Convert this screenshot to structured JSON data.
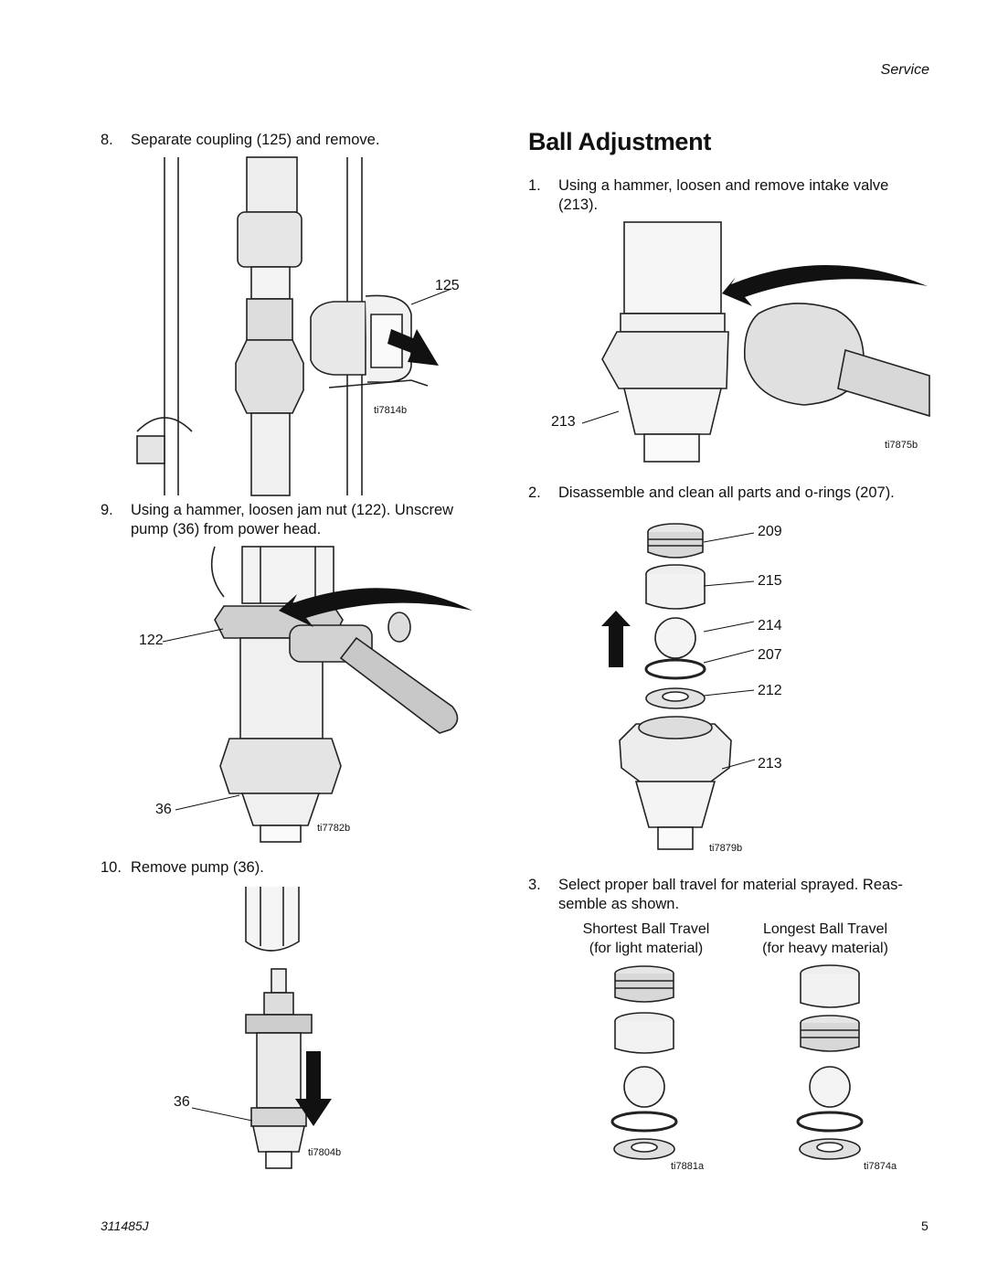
{
  "header": {
    "section": "Service"
  },
  "left": {
    "step8": {
      "num": "8.",
      "text": "Separate coupling (125) and remove."
    },
    "fig1": {
      "callout": "125",
      "id": "ti7814b"
    },
    "step9": {
      "num": "9.",
      "line1": "Using a hammer, loosen jam nut (122). Unscrew",
      "line2": "pump (36) from power head."
    },
    "fig2": {
      "callout_top": "122",
      "callout_bottom": "36",
      "id": "ti7782b"
    },
    "step10": {
      "num": "10.",
      "text": "Remove pump (36)."
    },
    "fig3": {
      "callout": "36",
      "id": "ti7804b"
    }
  },
  "right": {
    "title": "Ball Adjustment",
    "step1": {
      "num": "1.",
      "line1": "Using a hammer, loosen and remove intake valve",
      "line2": "(213)."
    },
    "fig4": {
      "callout": "213",
      "id": "ti7875b"
    },
    "step2": {
      "num": "2.",
      "text": "Disassemble and clean all parts and o-rings (207)."
    },
    "fig5": {
      "callouts": [
        "209",
        "215",
        "214",
        "207",
        "212",
        "213"
      ],
      "id": "ti7879b"
    },
    "step3": {
      "num": "3.",
      "line1": "Select proper ball travel for material sprayed. Reas-",
      "line2": "semble as shown."
    },
    "shortest": {
      "title": "Shortest Ball Travel",
      "sub": "(for light material)",
      "id": "ti7881a"
    },
    "longest": {
      "title": "Longest Ball Travel",
      "sub": "(for heavy material)",
      "id": "ti7874a"
    }
  },
  "footer": {
    "doc": "311485J",
    "page": "5"
  }
}
